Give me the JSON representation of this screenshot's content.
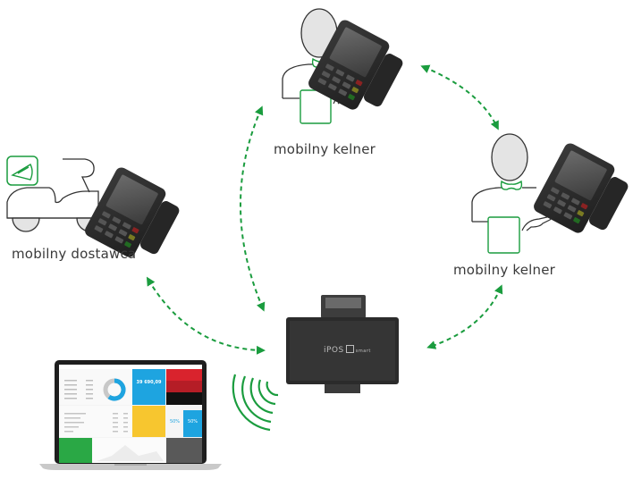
{
  "diagram": {
    "nodes": [
      {
        "id": "waiter-top",
        "label": "mobilny kelner",
        "role": "mobile waiter with handheld terminal"
      },
      {
        "id": "courier",
        "label": "mobilny dostawca",
        "role": "mobile courier with handheld terminal"
      },
      {
        "id": "waiter-right",
        "label": "mobilny kelner",
        "role": "mobile waiter with handheld terminal"
      },
      {
        "id": "pos",
        "label": "",
        "role": "central POS station",
        "brand": "iPOS",
        "brand_suffix": "smart"
      },
      {
        "id": "laptop",
        "label": "",
        "role": "back-office dashboard laptop"
      }
    ],
    "edges": [
      {
        "from": "pos",
        "to": "waiter-top",
        "style": "dashed-bidirectional"
      },
      {
        "from": "waiter-top",
        "to": "waiter-right",
        "style": "dashed-bidirectional"
      },
      {
        "from": "waiter-right",
        "to": "pos",
        "style": "dashed-bidirectional"
      },
      {
        "from": "courier",
        "to": "pos",
        "style": "dashed-bidirectional"
      },
      {
        "from": "laptop",
        "to": "pos",
        "style": "wireless-waves"
      }
    ],
    "dashboard": {
      "kpi_value": "39 690,09",
      "percent_left": "50%",
      "percent_right": "50%"
    },
    "colors": {
      "accent": "#1a9c3e",
      "outline": "#333333",
      "face_fill": "#e4e4e4",
      "device": "#2d2d2d",
      "dash_blue": "#1ea4e0",
      "dash_red": "#d9232d",
      "dash_yellow": "#f7c62f",
      "dash_green": "#2aa845",
      "dash_gray": "#595959"
    }
  }
}
